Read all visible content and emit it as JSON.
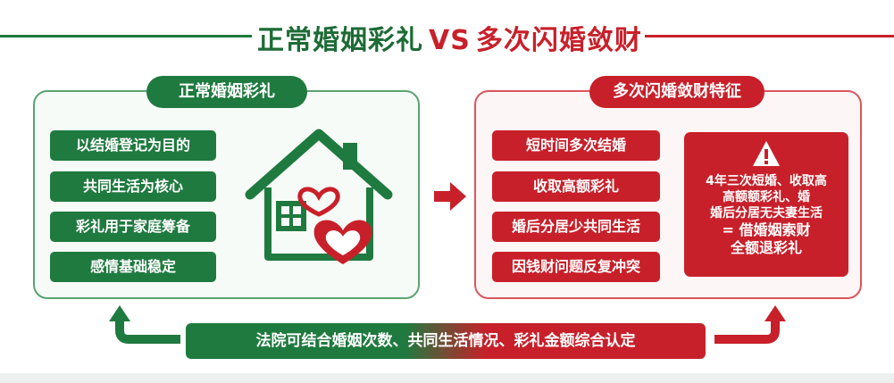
{
  "title": {
    "left": "正常婚姻彩礼",
    "vs": "VS",
    "right": "多次闪婚敛财"
  },
  "left_panel": {
    "header": "正常婚姻彩礼",
    "items": [
      "以结婚登记为目的",
      "共同生活为核心",
      "彩礼用于家庭筹备",
      "感情基础稳定"
    ],
    "icon": "house-with-hearts-icon"
  },
  "right_panel": {
    "header": "多次闪婚敛财特征",
    "items": [
      "短时间多次结婚",
      "收取高额彩礼",
      "婚后分居少共同生活",
      "因钱财问题反复冲突"
    ],
    "warning": {
      "icon": "warning-triangle-icon",
      "line1": "4年三次短婚、收取高",
      "line2": "高额额彩礼、婚",
      "line3": "婚后分居无夫妻生活",
      "line4": "= 借婚姻索财",
      "line5": "全额退彩礼"
    }
  },
  "bottom_bar": {
    "text": "法院可结合婚姻次数、共同生活情况、彩礼金额综合认定"
  },
  "colors": {
    "green": "#1f7a3f",
    "red": "#c8202a"
  }
}
